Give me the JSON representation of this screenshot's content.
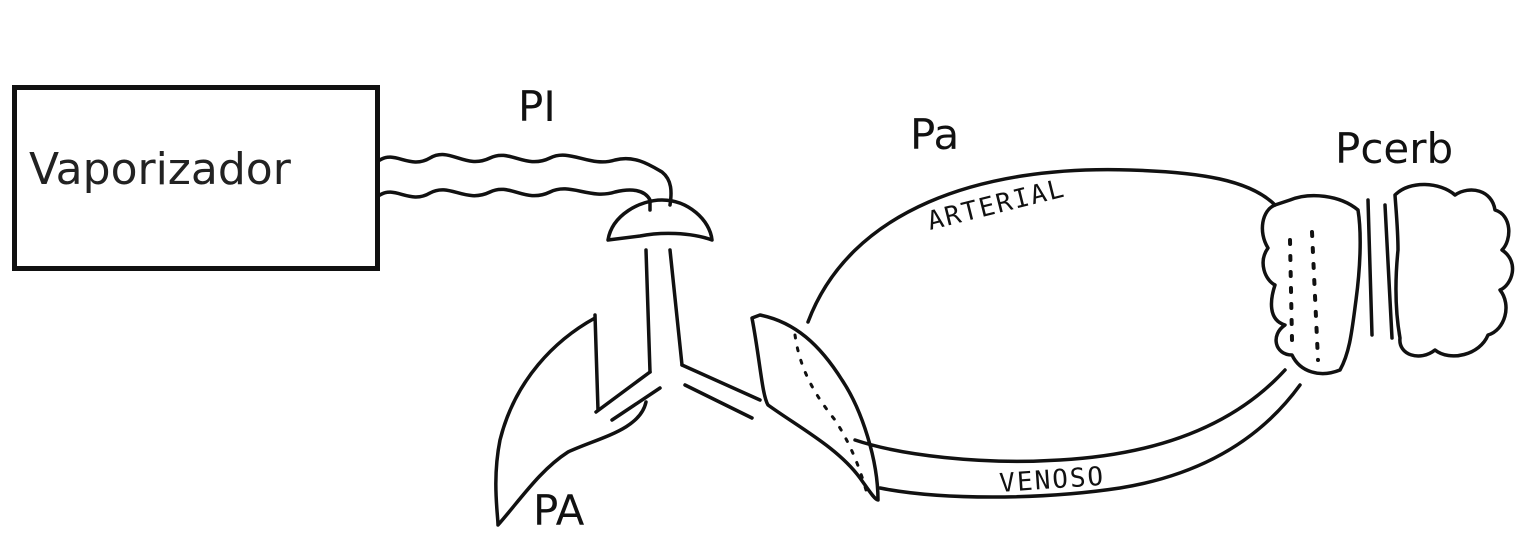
{
  "labels": {
    "vaporizer": "Vaporizador",
    "inspired_pressure": "PI",
    "arterial_pressure": "Pa",
    "brain_pressure": "Pcerb",
    "alveolar_pressure": "PA"
  },
  "vessels": {
    "arterial": "ARTERIAL",
    "venous": "VENOSO"
  }
}
